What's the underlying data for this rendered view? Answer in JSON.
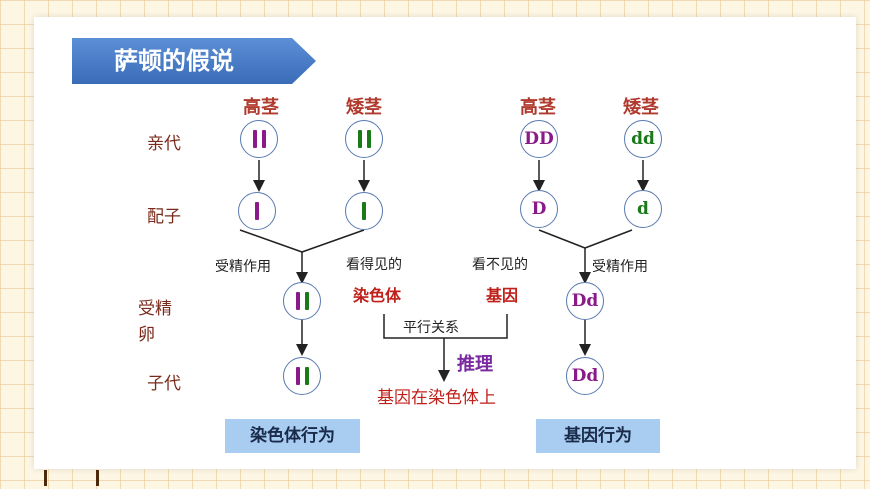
{
  "title": "萨顿的假说",
  "row_labels": {
    "parent": "亲代",
    "gamete": "配子",
    "zygote": "受精卵",
    "offspring": "子代"
  },
  "plants": {
    "tall": "高茎",
    "short": "矮茎"
  },
  "left": {
    "fertilization": "受精作用",
    "section_label": "染色体行为"
  },
  "right": {
    "parent_tall": "DD",
    "parent_short": "dd",
    "gamete_tall": "D",
    "gamete_short": "d",
    "zygote": "Dd",
    "offspring": "Dd",
    "fertilization": "受精作用",
    "section_label": "基因行为"
  },
  "middle": {
    "visible_top": "看得见的",
    "visible_bottom": "染色体",
    "invisible_top": "看不见的",
    "invisible_bottom": "基因",
    "parallel": "平行关系",
    "inference": "推理",
    "conclusion": "基因在染色体上"
  },
  "colors": {
    "dominant": "#8a1a8a",
    "recessive": "#1a7a1a",
    "accent_red": "#c0201a"
  }
}
